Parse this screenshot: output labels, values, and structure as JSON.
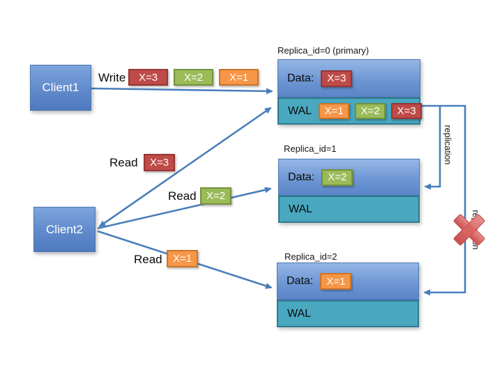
{
  "diagram": {
    "client1": {
      "label": "Client1"
    },
    "client2": {
      "label": "Client2"
    },
    "write": {
      "label": "Write",
      "values": [
        "X=3",
        "X=2",
        "X=1"
      ]
    },
    "reads": [
      {
        "label": "Read",
        "value": "X=3"
      },
      {
        "label": "Read",
        "value": "X=2"
      },
      {
        "label": "Read",
        "value": "X=1"
      }
    ],
    "replicas": [
      {
        "title": "Replica_id=0 (primary)",
        "data_label": "Data:",
        "data_value": "X=3",
        "wal_label": "WAL",
        "wal_values": [
          "X=1",
          "X=2",
          "X=3"
        ]
      },
      {
        "title": "Replica_id=1",
        "data_label": "Data:",
        "data_value": "X=2",
        "wal_label": "WAL",
        "wal_values": []
      },
      {
        "title": "Replica_id=2",
        "data_label": "Data:",
        "data_value": "X=1",
        "wal_label": "WAL",
        "wal_values": []
      }
    ],
    "replication": {
      "label_top": "replication",
      "label_bottom": "replication"
    },
    "colors": {
      "box_blue": "#6b94d2",
      "wal_teal": "#49a8c0",
      "badge_red": "#be4b48",
      "badge_green": "#9bbb59",
      "badge_orange": "#f79646",
      "arrow_blue": "#4a7ebb",
      "failed_x_red": "#d8605e"
    }
  }
}
